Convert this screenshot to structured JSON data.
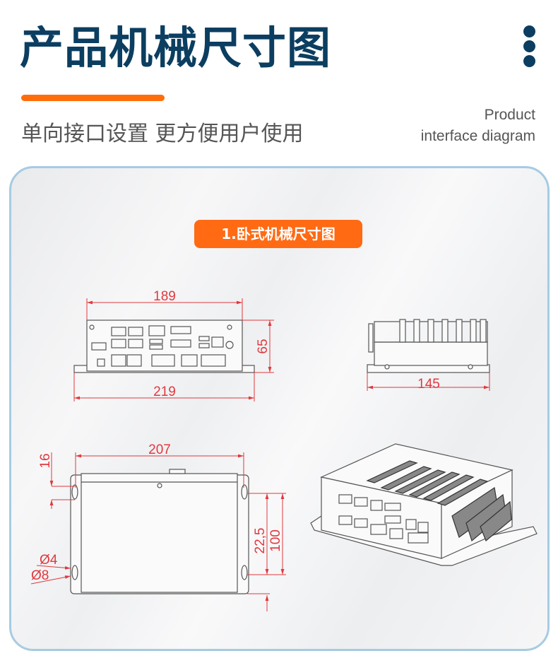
{
  "header": {
    "title": "产品机械尺寸图",
    "subtitle": "单向接口设置 更方便用户使用",
    "en_line1": "Product",
    "en_line2": "interface diagram",
    "menu_icon": "vertical-dots-icon"
  },
  "section": {
    "label": "1.卧式机械尺寸图"
  },
  "drawings": {
    "front": {
      "width_top": "189",
      "width_base": "219",
      "height": "65"
    },
    "side": {
      "depth": "145"
    },
    "top": {
      "width": "207",
      "hole_offset": "16",
      "hole_spacing_a": "22,5",
      "hole_spacing_b": "100",
      "hole_small": "Ø4",
      "hole_large": "Ø8"
    }
  },
  "colors": {
    "title": "#0b3e60",
    "accent": "#ff6a13",
    "dimension": "#e0393e",
    "card_border": "#a7cbe3"
  }
}
